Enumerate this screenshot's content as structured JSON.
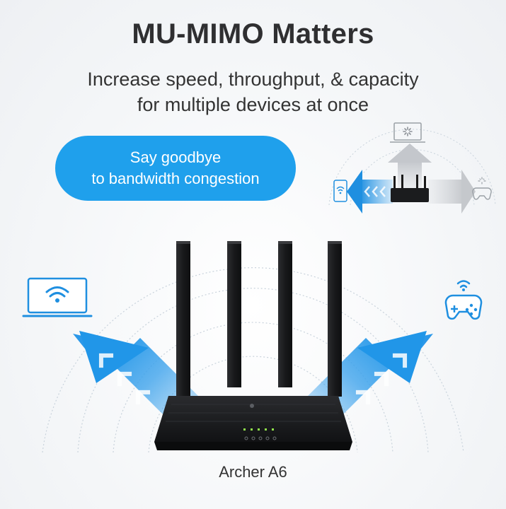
{
  "heading": {
    "title": "MU-MIMO Matters",
    "subtitle_line1": "Increase speed, throughput, & capacity",
    "subtitle_line2": "for multiple devices at once"
  },
  "callout": {
    "line1": "Say goodbye",
    "line2": "to bandwidth congestion"
  },
  "product": {
    "model": "Archer A6"
  },
  "icons": [
    "laptop-wifi-icon",
    "gamepad-wifi-icon",
    "phone-wifi-icon",
    "router-icon",
    "loading-spinner-icon"
  ],
  "colors": {
    "accent": "#1fa0ec",
    "router": "#1b1c1e",
    "beam": "#3ea3ec",
    "text": "#2f2f31"
  }
}
